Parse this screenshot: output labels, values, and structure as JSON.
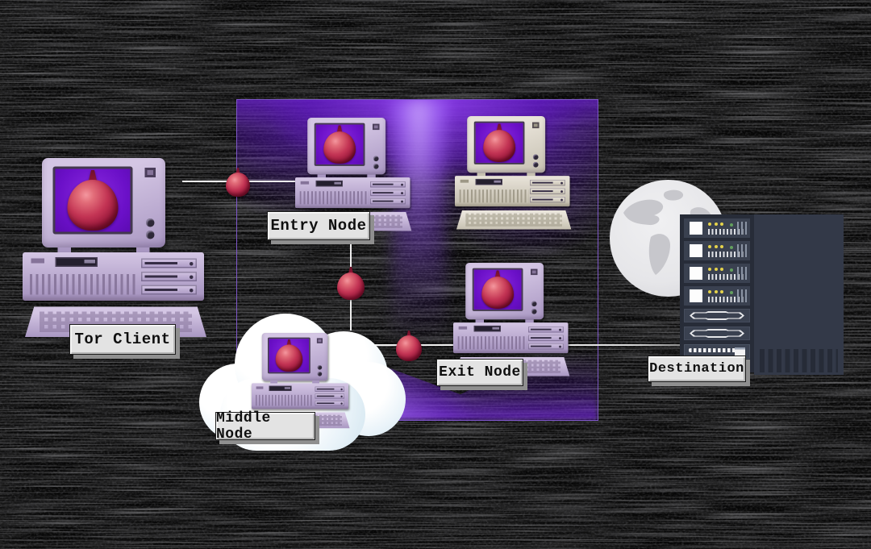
{
  "diagram": {
    "labels": {
      "tor_client": "Tor Client",
      "entry_node": "Entry Node",
      "middle_node": "Middle Node",
      "exit_node": "Exit Node",
      "destination": "Destination"
    },
    "icons": {
      "onion": "onion-icon",
      "computer": "retro-computer-icon",
      "cloud": "cloud-icon",
      "globe": "globe-icon",
      "server_rack": "server-rack-icon"
    },
    "colors": {
      "background": "#070707",
      "boundary_border": "#7e57c9",
      "glow_purple": "#6a1ad0",
      "screen_purple": "#6b10c8",
      "onion_red": "#b52145",
      "case_lavender": "#d4c6e4",
      "case_beige": "#e9e4da",
      "label_background": "#e3e3e3",
      "rack_body": "#333948",
      "led_yellow": "#e5d34b",
      "led_green": "#63a05e",
      "wire_white": "#efefef"
    }
  }
}
